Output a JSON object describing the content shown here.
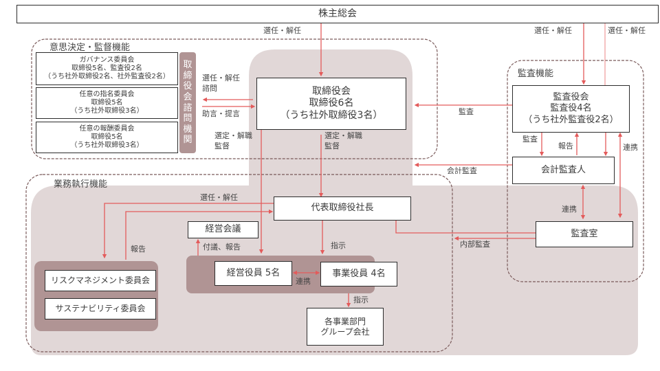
{
  "colors": {
    "arrow": "#e35b5b",
    "arrow_light": "#f0a0a0",
    "panel_light": "#e1d7d7",
    "panel_dark": "#b09494",
    "dashed_border": "#7a5a5a",
    "box_border": "#2b2b2b"
  },
  "top": {
    "shareholders": "株主総会"
  },
  "sections": {
    "decision": "意思決定・監督機能",
    "audit": "監査機能",
    "execution": "業務執行機能"
  },
  "committees": {
    "governance": "ガバナンス委員会\n取締役5名、監査役2名\n（うち社外取締役2名、社外監査役2名）",
    "nomination": "任意の指名委員会\n取締役5名\n（うち社外取締役3名）",
    "compensation": "任意の報酬委員会\n取締役5名\n（うち社外取締役3名）",
    "advisory_tab": [
      "取",
      "締",
      "役",
      "会",
      "諮",
      "問",
      "機",
      "関"
    ]
  },
  "board": "取締役会\n取締役6名\n（うち社外取締役3名）",
  "audit_board": "監査役会\n監査役4名\n（うち社外監査役2名）",
  "accounting_auditor": "会計監査人",
  "internal_audit": "監査室",
  "president": "代表取締役社長",
  "management_meeting": "経営会議",
  "exec_officers": "経営役員 5名",
  "business_officers": "事業役員 4名",
  "risk_committee": "リスクマネジメント委員会",
  "sustainability_committee": "サステナビリティ委員会",
  "divisions": "各事業部門\nグループ会社",
  "labels": {
    "elect_dismiss_1": "選任・解任",
    "elect_dismiss_2": "選任・解任",
    "elect_dismiss_3": "選任・解任",
    "advisory_elect": "選任・解任\n諮問",
    "advice": "助言・提言",
    "select_dismiss_left": "選定・解職\n監督",
    "select_dismiss_right": "選定・解職\n監督",
    "audit_board_audit": "監査",
    "accounting_audit": "会計監査",
    "audit_small": "監査",
    "report_small": "報告",
    "coop_right": "連携",
    "coop_mid": "連携",
    "internal_audit_lbl": "内部監査",
    "elect_dismiss_exec": "選任・解任",
    "report_left": "報告",
    "proposal_report": "付議、報告",
    "instruct_1": "指示",
    "coop_officers": "連携",
    "instruct_2": "指示"
  }
}
